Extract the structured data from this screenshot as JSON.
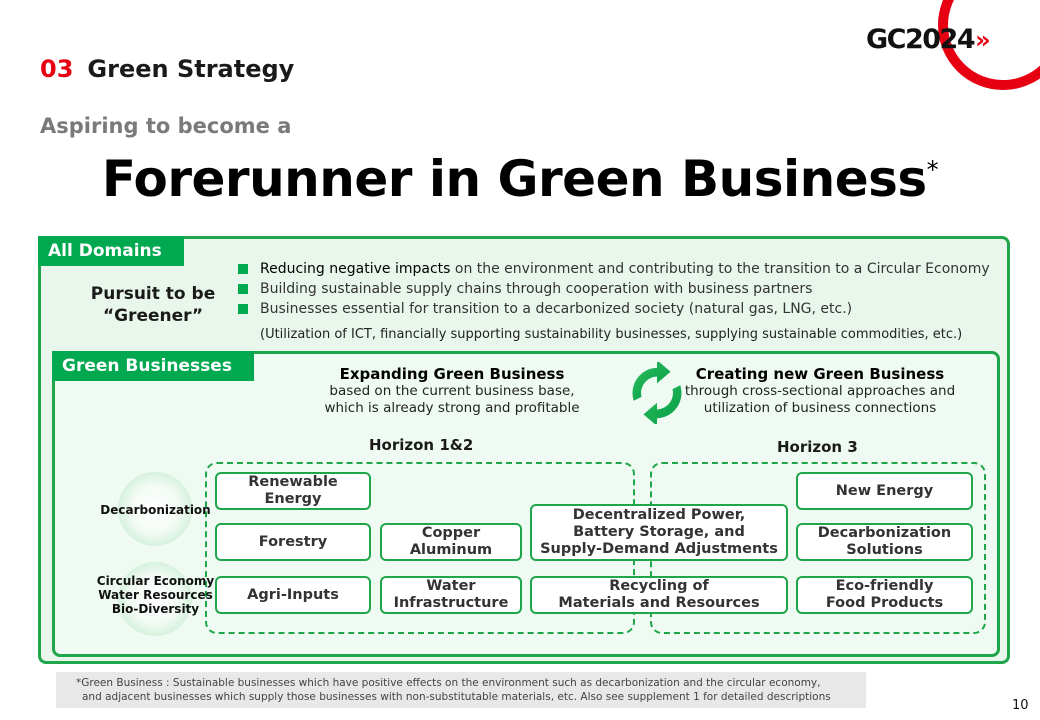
{
  "header": {
    "section_number": "03",
    "section_title": "Green Strategy",
    "logo_text": "GC2024",
    "logo_chevron": "»",
    "subtitle": "Aspiring to become a",
    "headline": "Forerunner in Green Business",
    "headline_mark": "*"
  },
  "all_domains": {
    "tag": "All Domains",
    "pursuit_line1": "Pursuit to be",
    "pursuit_line2": "“Greener”",
    "bullets": [
      {
        "emph": "Reducing negative impacts",
        "rest": " on the environment and contributing to the transition to a Circular Economy"
      },
      {
        "emph": "",
        "rest": "Building sustainable supply chains through cooperation with business partners"
      },
      {
        "emph": "",
        "rest": "Businesses essential for transition to a decarbonized society (natural gas, LNG, etc.)"
      }
    ],
    "note": "(Utilization of ICT, financially supporting sustainability businesses, supplying sustainable commodities, etc.)"
  },
  "green_businesses": {
    "tag": "Green Businesses",
    "expanding": {
      "title": "Expanding Green Business",
      "line1": "based on the current business base,",
      "line2": "which is already strong and profitable"
    },
    "creating": {
      "title": "Creating new Green Business",
      "line1": "through cross-sectional approaches and",
      "line2": "utilization of business connections"
    },
    "cycle_icon": "recycle-arrows-icon",
    "horizon_12": "Horizon 1&2",
    "horizon_3": "Horizon 3",
    "themes": {
      "decarbonization": "Decarbonization",
      "circular_1": "Circular Economy",
      "circular_2": "Water Resources",
      "circular_3": "Bio-Diversity"
    },
    "boxes": {
      "renewable": [
        "Renewable",
        "Energy"
      ],
      "forestry": [
        "Forestry"
      ],
      "copper": [
        "Copper",
        "Aluminum"
      ],
      "agri": [
        "Agri-Inputs"
      ],
      "water": [
        "Water",
        "Infrastructure"
      ],
      "decentralized": [
        "Decentralized Power,",
        "Battery Storage, and",
        "Supply-Demand Adjustments"
      ],
      "recycling": [
        "Recycling of",
        "Materials and Resources"
      ],
      "new_energy": [
        "New Energy"
      ],
      "decarb_solutions": [
        "Decarbonization",
        "Solutions"
      ],
      "eco_food": [
        "Eco-friendly",
        "Food Products"
      ]
    }
  },
  "footnote": {
    "line1": "*Green Business : Sustainable businesses which have positive effects on the environment such as decarbonization and the circular economy,",
    "line2": "and adjacent businesses which supply those businesses with non-substitutable materials, etc. Also see supplement 1 for detailed descriptions"
  },
  "page_number": "10",
  "colors": {
    "accent_red": "#e60012",
    "brand_green": "#00a84f",
    "border_green": "#1fa64a"
  }
}
